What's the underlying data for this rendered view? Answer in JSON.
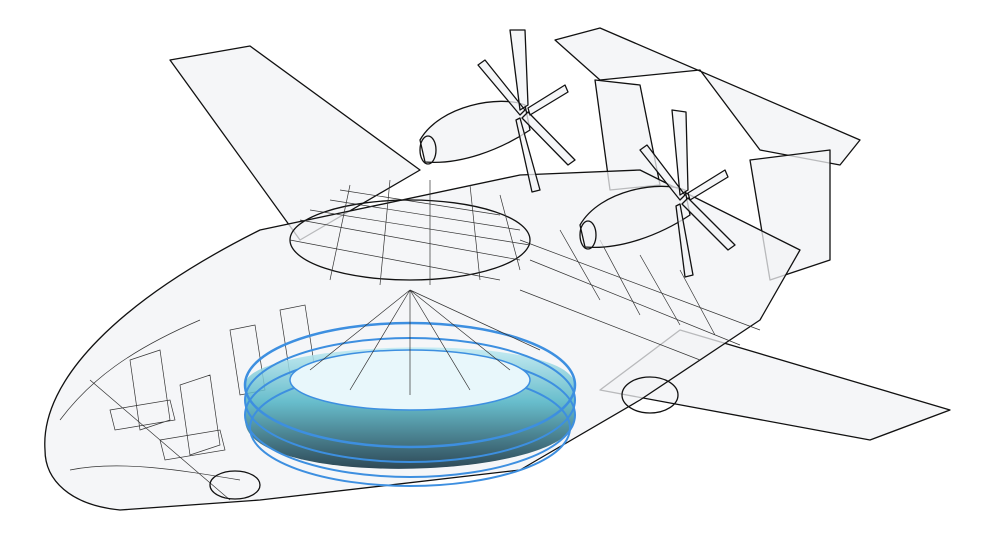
{
  "colors": {
    "outline": "#111111",
    "skin": "#f2f3f5",
    "fan_ring": "#3d8fe0",
    "fan_interior_top": "#7fd6e8",
    "fan_interior_bottom": "#0b2a3a"
  },
  "illustration": {
    "subject_icon": "aircraft-cutaway-icon",
    "components": [
      "left-wing",
      "right-wing",
      "fuselage",
      "tail",
      "propeller-nacelle-upper",
      "propeller-nacelle-lower",
      "lift-fan-duct",
      "cabin-seats",
      "wing-structure"
    ]
  }
}
